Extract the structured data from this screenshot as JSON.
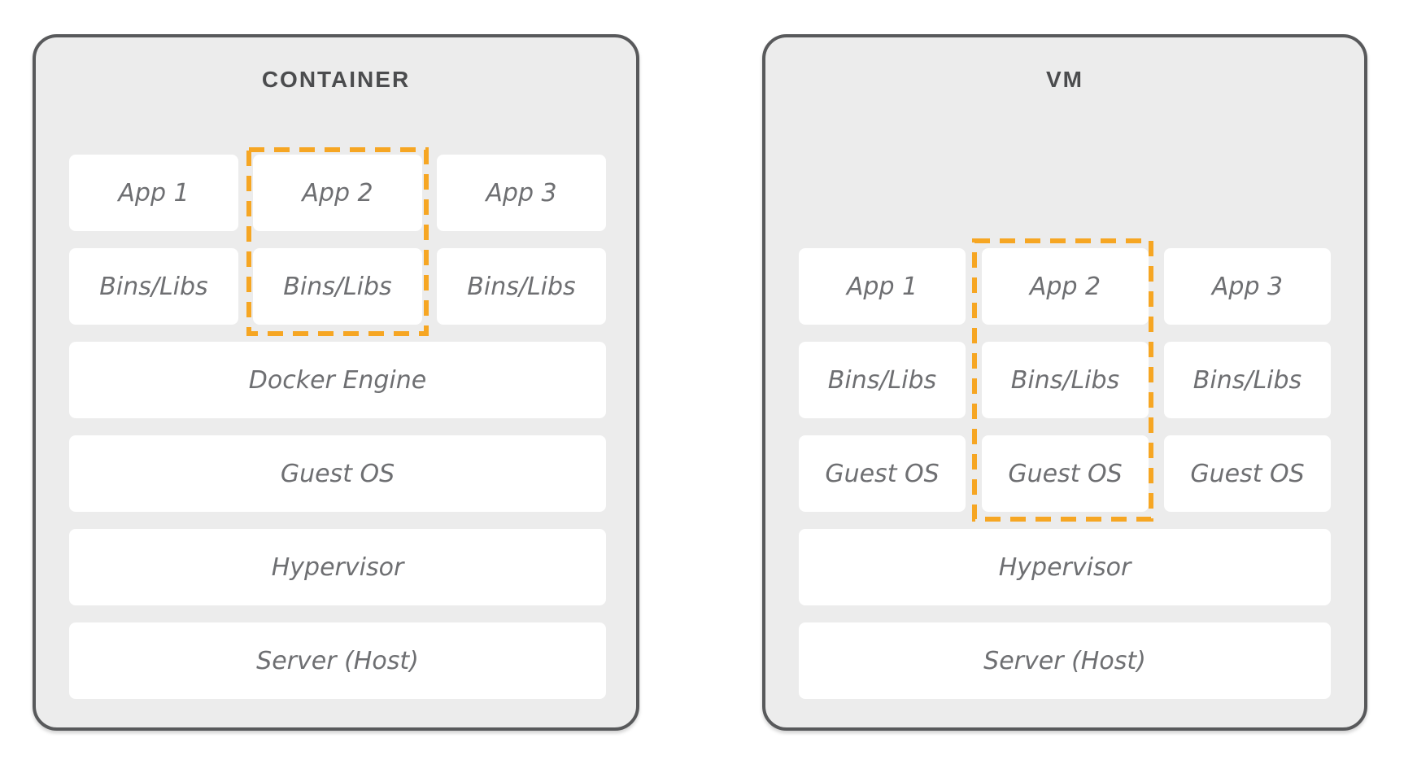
{
  "colors": {
    "page_background": "#FFFFFF",
    "panel_background": "#ECECEC",
    "panel_border": "#58595B",
    "box_background": "#FFFFFF",
    "box_text": "#6E6F72",
    "title_text": "#4B4C4E",
    "highlight_dash": "#F6A623"
  },
  "panels": [
    {
      "title": "CONTAINER",
      "app_row": [
        "App 1",
        "App 2",
        "App 3"
      ],
      "bins_row": [
        "Bins/Libs",
        "Bins/Libs",
        "Bins/Libs"
      ],
      "stack_rows": [
        "Docker Engine",
        "Guest OS",
        "Hypervisor",
        "Server (Host)"
      ],
      "highlighted_stack": [
        "App 2",
        "Bins/Libs"
      ]
    },
    {
      "title": "VM",
      "app_row": [
        "App 1",
        "App 2",
        "App 3"
      ],
      "bins_row": [
        "Bins/Libs",
        "Bins/Libs",
        "Bins/Libs"
      ],
      "guest_row": [
        "Guest OS",
        "Guest OS",
        "Guest OS"
      ],
      "stack_rows": [
        "Hypervisor",
        "Server (Host)"
      ],
      "highlighted_stack": [
        "App 2",
        "Bins/Libs",
        "Guest OS"
      ]
    }
  ]
}
